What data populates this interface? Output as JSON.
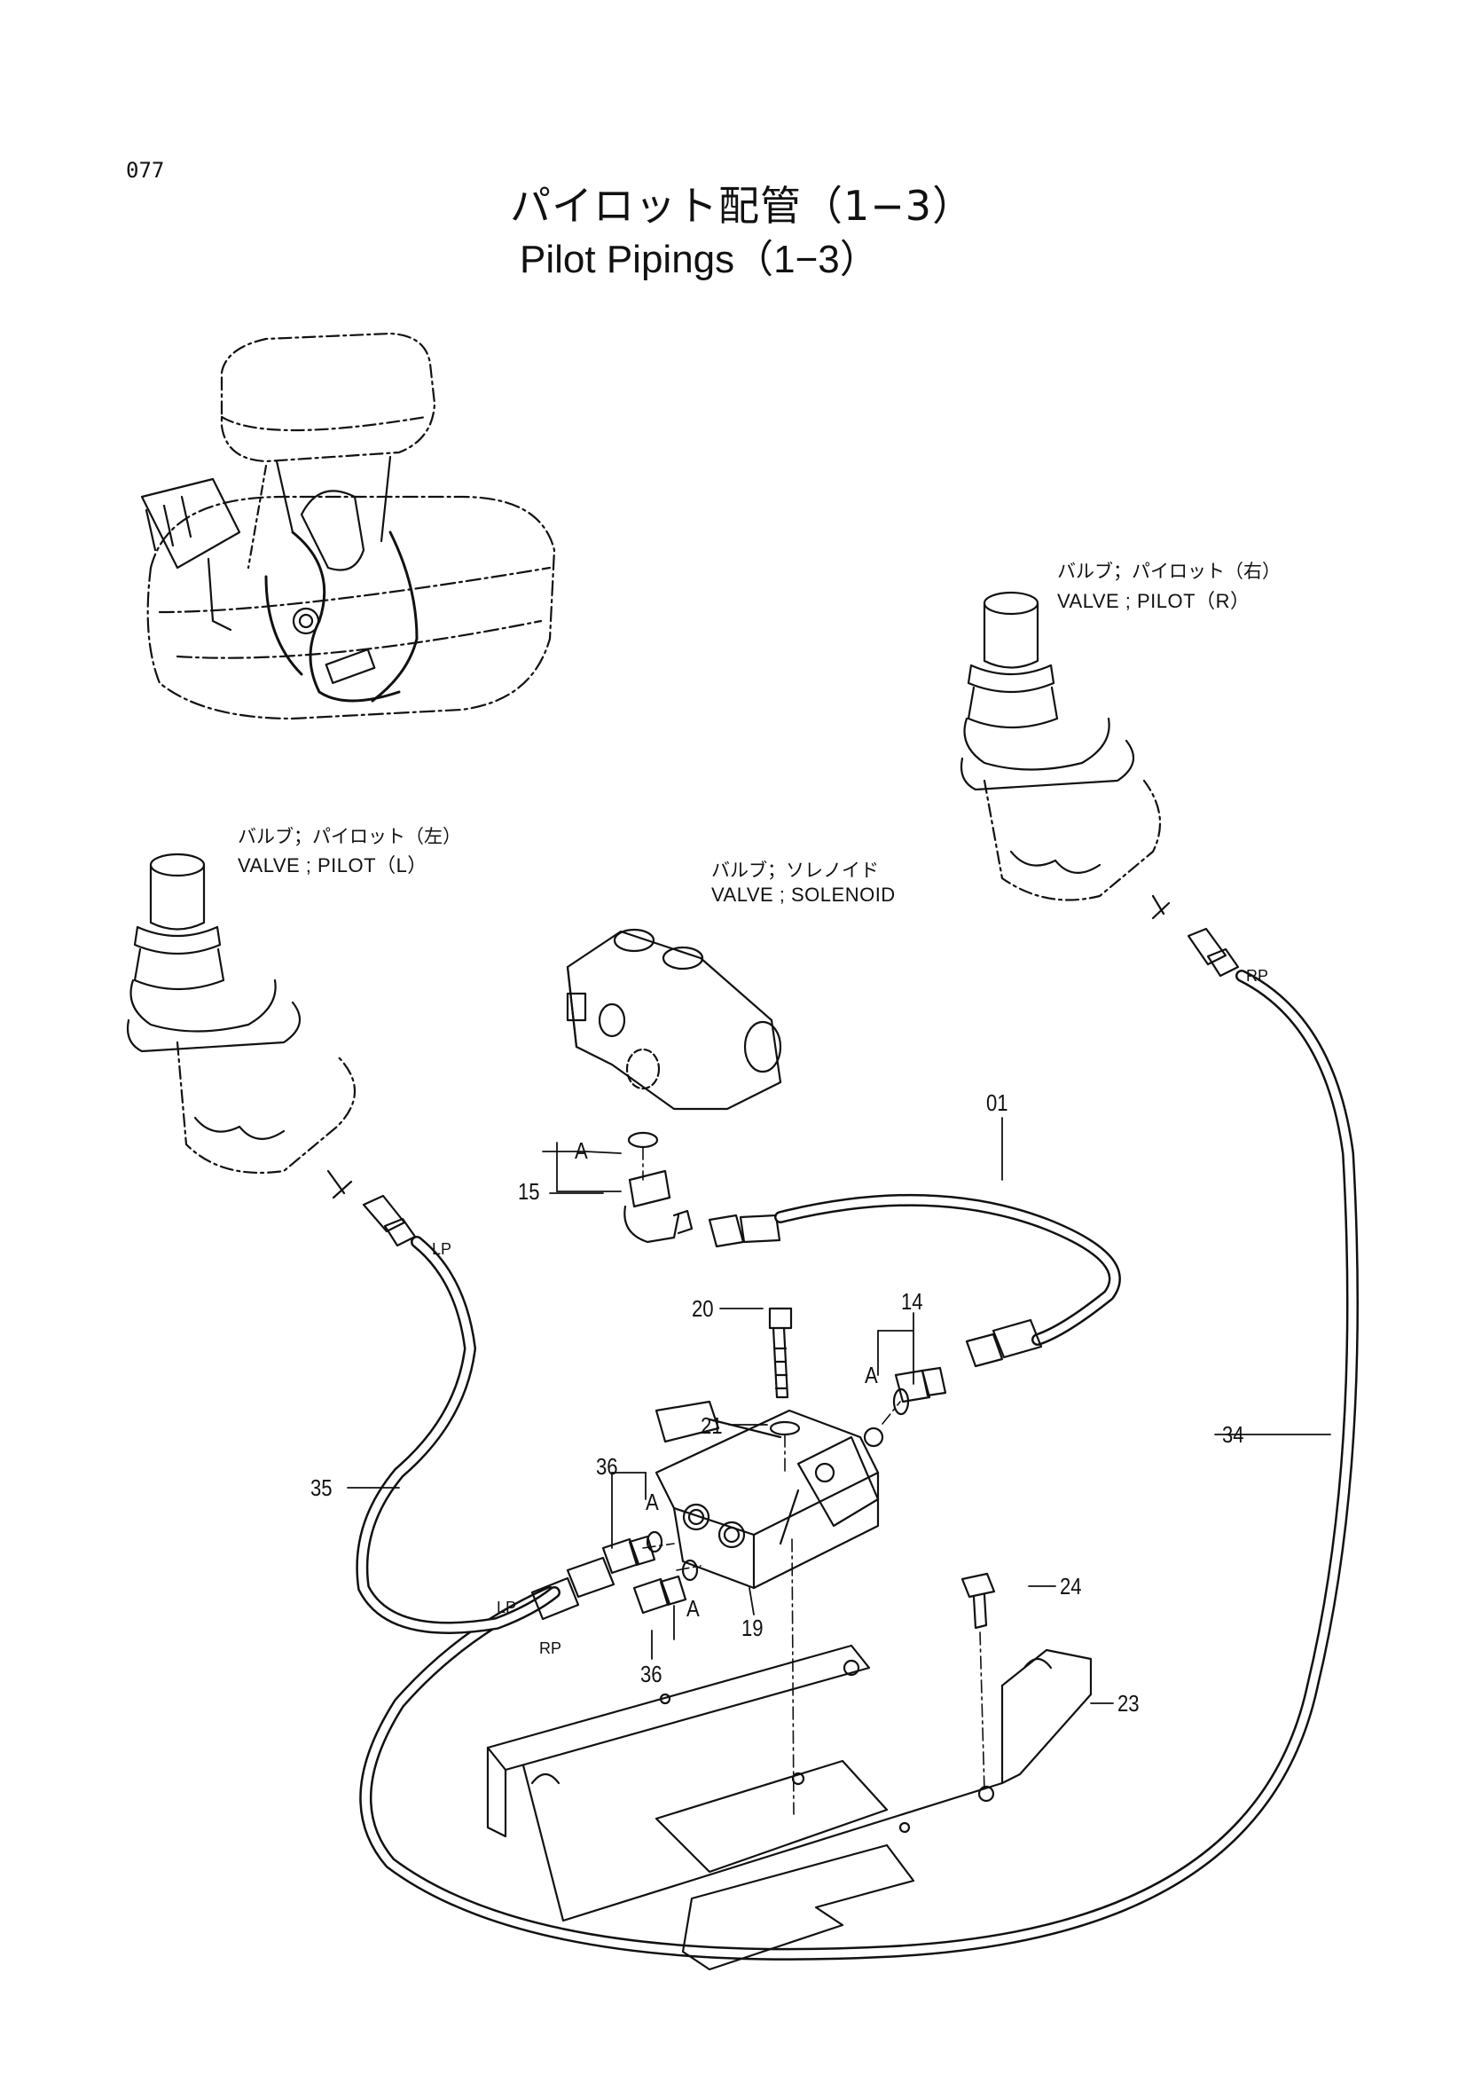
{
  "page_number": "077",
  "title_jp": "パイロット配管（1−3）",
  "title_en": "Pilot Pipings（1−3）",
  "components": {
    "valve_pilot_r": {
      "jp": "バルブ；パイロット（右）",
      "en": "VALVE ; PILOT（R）"
    },
    "valve_pilot_l": {
      "jp": "バルブ；パイロット（左）",
      "en": "VALVE ; PILOT（L）"
    },
    "valve_solenoid": {
      "jp": "バルブ；ソレノイド",
      "en": "VALVE ; SOLENOID"
    }
  },
  "callouts": {
    "c01": "01",
    "c14": "14",
    "c15": "15",
    "c19": "19",
    "c20": "20",
    "c21": "21",
    "c23": "23",
    "c24": "24",
    "c34": "34",
    "c35": "35",
    "c36a": "36",
    "c36b": "36"
  },
  "port_labels": {
    "a1": "A",
    "a2": "A",
    "a3": "A",
    "a4": "A",
    "lp_top": "LP",
    "lp_bottom": "LP",
    "rp_top": "RP",
    "rp_bottom": "RP"
  }
}
